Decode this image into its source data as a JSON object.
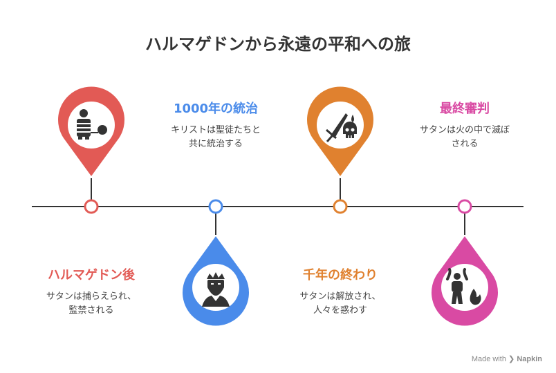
{
  "title": "ハルマゲドンから永遠の平和への旅",
  "colors": {
    "red": "#e25a55",
    "blue": "#4a8bea",
    "orange": "#e0812f",
    "pink": "#d94aa3",
    "line": "#333333"
  },
  "events": [
    {
      "label": "ハルマゲドン後",
      "desc": [
        "サタンは捕らえられ、",
        "監禁される"
      ],
      "icon": "prisoner-icon",
      "color": "#e25a55"
    },
    {
      "label": "1000年の統治",
      "desc": [
        "キリストは聖徒たちと",
        "共に統治する"
      ],
      "icon": "king-icon",
      "color": "#4a8bea"
    },
    {
      "label": "千年の終わり",
      "desc": [
        "サタンは解放され、",
        "人々を惑わす"
      ],
      "icon": "sword-skull-icon",
      "color": "#e0812f"
    },
    {
      "label": "最終審判",
      "desc": [
        "サタンは火の中で滅ぼ",
        "される"
      ],
      "icon": "figure-fire-icon",
      "color": "#d94aa3"
    }
  ],
  "footer": {
    "made_with": "Made with",
    "brand": "Napkin"
  }
}
